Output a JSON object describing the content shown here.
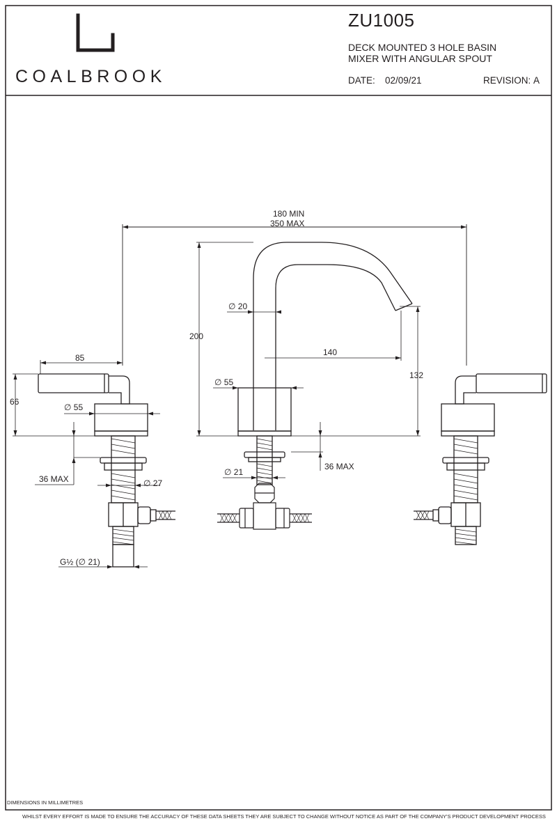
{
  "title_block": {
    "brand": "COALBROOK",
    "product_code": "ZU1005",
    "description_line1": "DECK MOUNTED 3 HOLE BASIN",
    "description_line2": "MIXER WITH ANGULAR SPOUT",
    "date_label": "DATE:",
    "date_value": "02/09/21",
    "revision_label": "REVISION:",
    "revision_value": "A"
  },
  "dimensions": {
    "spacing_min": "180 MIN",
    "spacing_max": "350 MAX",
    "spout_height": "200",
    "spout_diameter": "∅ 20",
    "spout_reach": "140",
    "spout_outlet_height": "132",
    "spout_base_diameter": "∅ 55",
    "deck_thickness_centre": "36 MAX",
    "centre_tail_diameter": "∅ 21",
    "handle_length": "85",
    "handle_height": "66",
    "handle_base_diameter": "∅ 55",
    "deck_thickness_left": "36 MAX",
    "left_tail_diameter": "∅ 27",
    "inlet_thread": "G½ (∅ 21)"
  },
  "footer": {
    "units_note": "DIMENSIONS IN  MILLIMETRES",
    "disclaimer": "WHILST EVERY EFFORT IS MADE TO ENSURE THE ACCURACY OF THESE DATA SHEETS THEY ARE SUBJECT TO CHANGE WITHOUT NOTICE AS PART OF THE COMPANY'S PRODUCT DEVELOPMENT PROCESS"
  }
}
